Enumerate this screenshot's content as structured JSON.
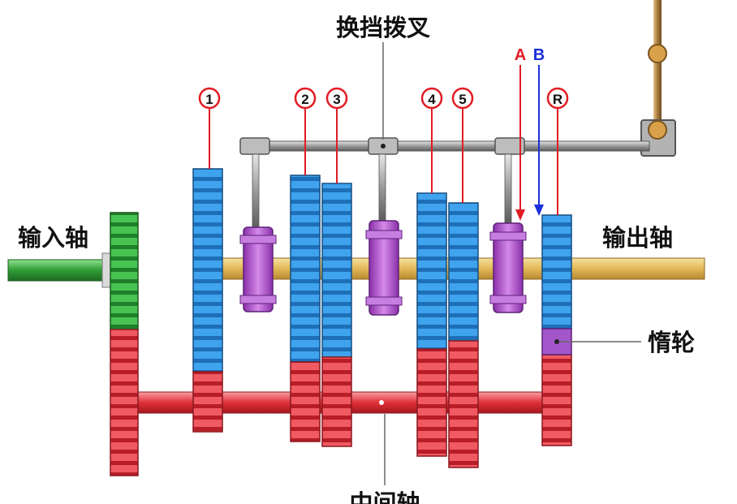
{
  "labels": {
    "shift_fork": "换挡拨叉",
    "input_shaft": "输入轴",
    "output_shaft": "输出轴",
    "idler_gear": "惰轮",
    "countershaft": "中间轴"
  },
  "gear_numbers": [
    "1",
    "2",
    "3",
    "4",
    "5",
    "R"
  ],
  "arrows": [
    {
      "label": "A",
      "color": "#e21b23"
    },
    {
      "label": "B",
      "color": "#1b2fd8"
    }
  ],
  "colors": {
    "input_gear": "#2fae3a",
    "main_gear": "#2f8fe0",
    "counter_gear": "#e2323a",
    "synchronizer": "#b458d0",
    "output_shaft": "#e8c46c",
    "fork_rail": "#9a9a9a",
    "marker": "#e21b23"
  }
}
